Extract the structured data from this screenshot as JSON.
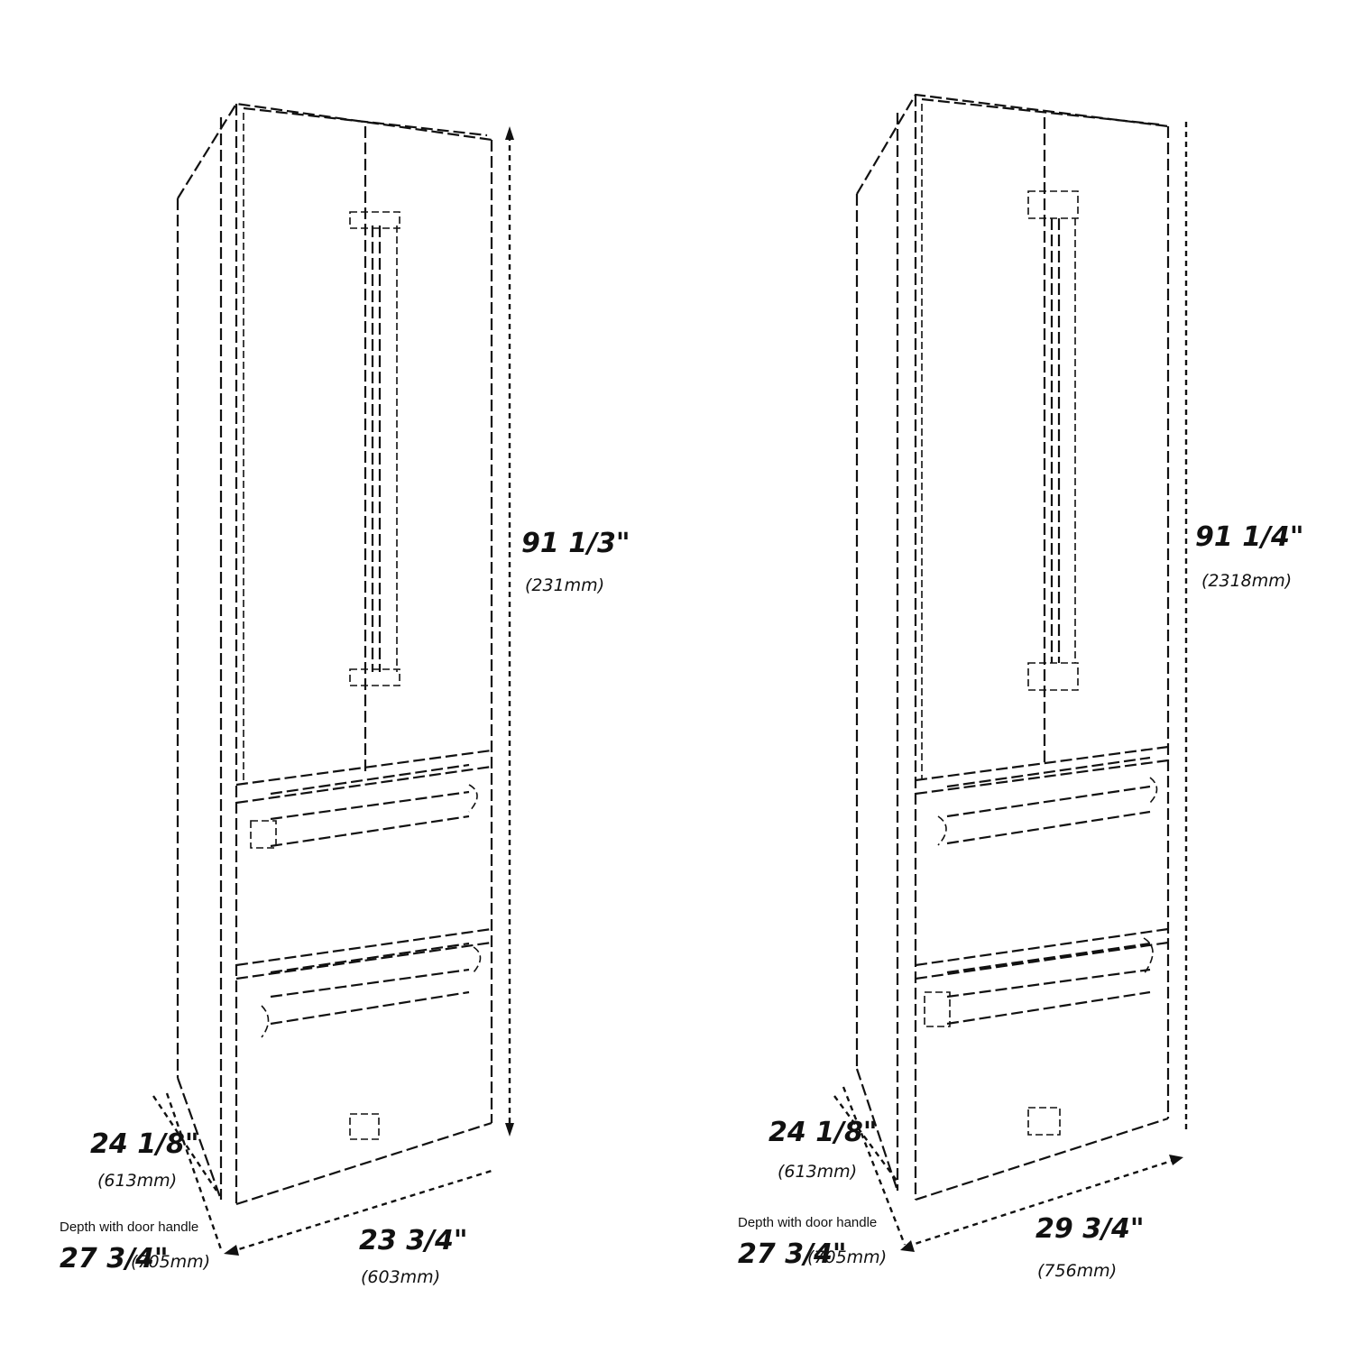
{
  "units": [
    {
      "height": {
        "value": "91 1/3\"",
        "metric": "(231mm)"
      },
      "width": {
        "value": "23 3/4\"",
        "metric": "(603mm)"
      },
      "depth": {
        "value": "24 1/8\"",
        "metric": "(613mm)"
      },
      "door_note": {
        "label": "Depth with door handle",
        "value": "27 3/4\"",
        "metric": "(705mm)"
      }
    },
    {
      "height": {
        "value": "91 1/4\"",
        "metric": "(2318mm)"
      },
      "width": {
        "value": "29 3/4\"",
        "metric": "(756mm)"
      },
      "depth": {
        "value": "24 1/8\"",
        "metric": "(613mm)"
      },
      "door_note": {
        "label": "Depth with door handle",
        "value": "27 3/4\"",
        "metric": "(705mm)"
      }
    }
  ]
}
